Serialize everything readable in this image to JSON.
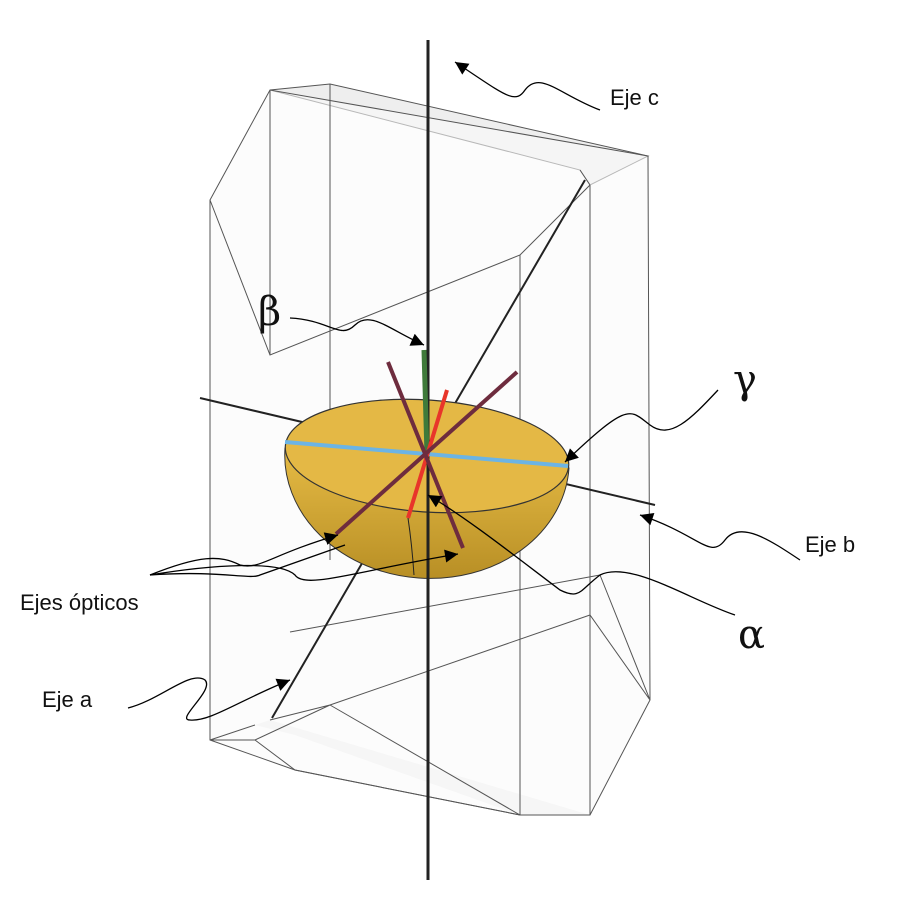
{
  "labels": {
    "axis_c": "Eje c",
    "axis_b": "Eje b",
    "axis_a": "Eje a",
    "optic_axes": "Ejes ópticos",
    "beta": "β",
    "gamma": "γ",
    "alpha": "α"
  },
  "colors": {
    "indicatrix": "#e0b440",
    "gamma_axis": "#6cb4e4",
    "beta_axis": "#3f7a3a",
    "alpha_axis": "#e8352a",
    "optic_axes": "#6e2c3e",
    "crystal_face": "#f2f2f2"
  }
}
